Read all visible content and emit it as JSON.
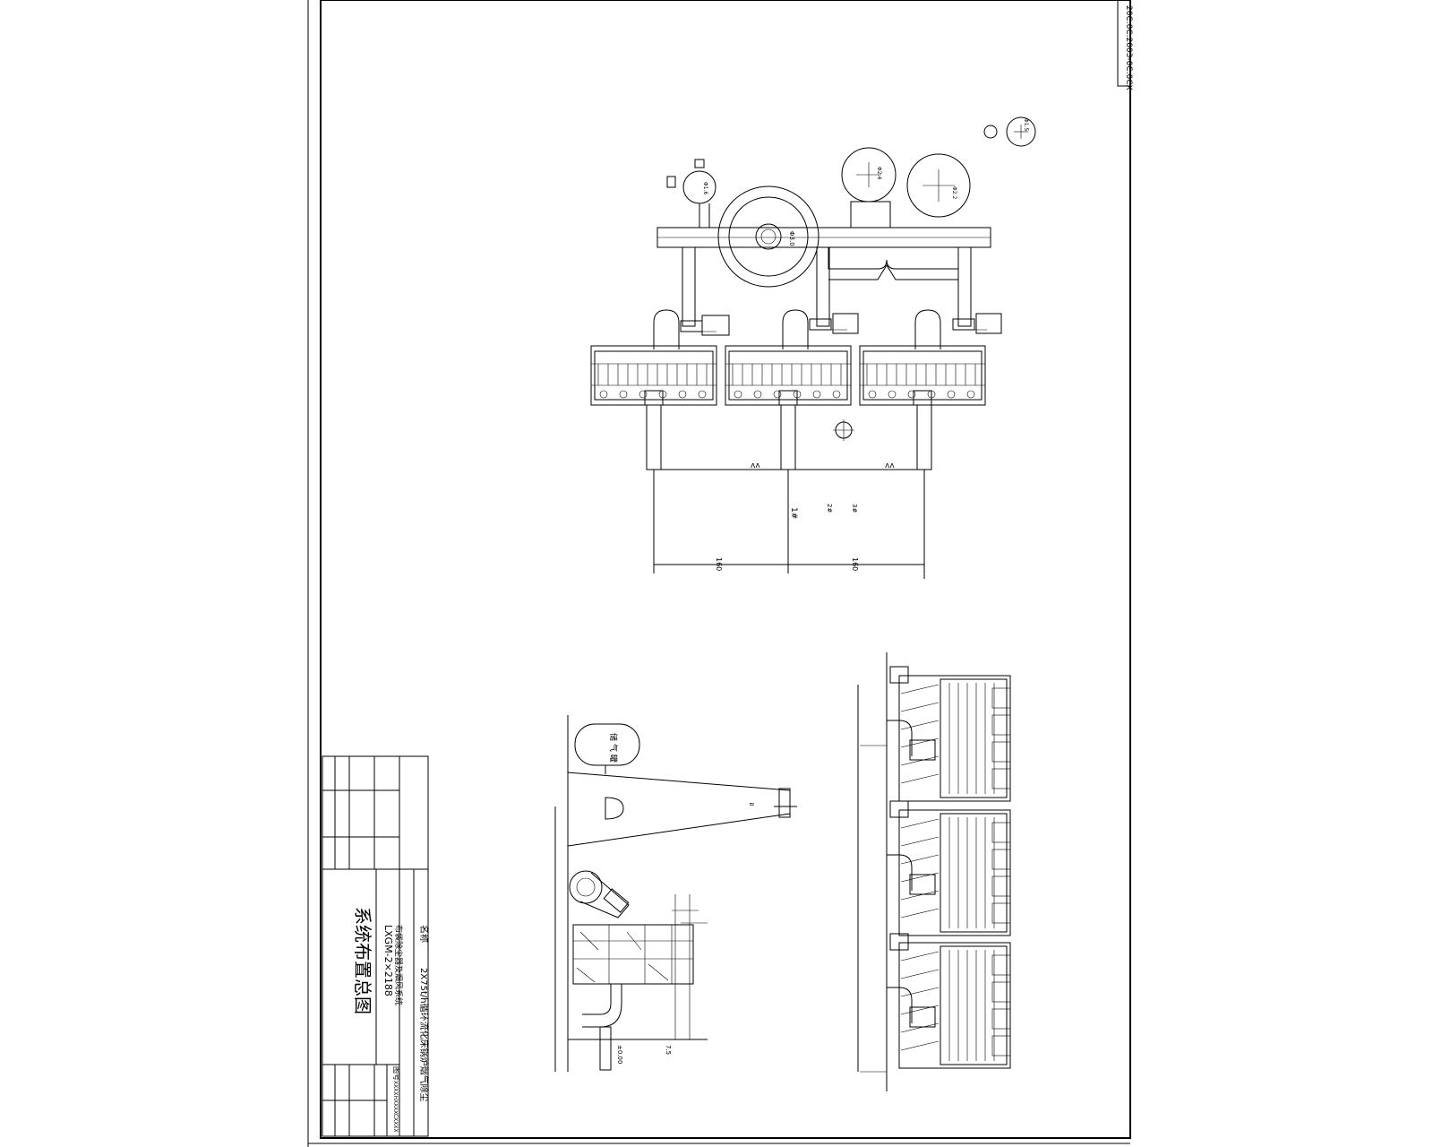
{
  "title_block": {
    "label_name": "名称",
    "project": "2X75t/h循环流化床锅炉烟气除尘",
    "model": "LXGM-2×2188",
    "device": "布袋除尘器及烟风系统",
    "drawing_title": "系统布置总图",
    "label_drawing_no": "图号",
    "drawing_no": "XXXXHXXXXCXXXX"
  },
  "corner_tag": "20C.0C.2003-0C.0CX",
  "plan_view": {
    "dimension_left": "160",
    "dimension_right": "160",
    "notes": [
      "Φ3.0",
      "Φ2.4",
      "Φ2.2",
      "Φ1.6",
      "Φ1.5"
    ]
  },
  "side_view": {
    "tank_label": "储 气 罐",
    "elevations": [
      "±0.00",
      "7.5"
    ]
  },
  "front_view": {
    "units": [
      "1#",
      "2#",
      "3#"
    ]
  }
}
